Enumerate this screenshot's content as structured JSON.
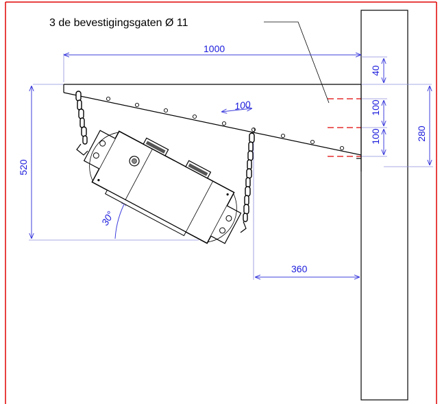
{
  "callout": {
    "text": "3 de bevestigingsgaten Ø 11"
  },
  "dimensions": {
    "width_top": "1000",
    "top_offset": "40",
    "hole_spacing_1": "100",
    "hole_spacing_2": "100",
    "total_height": "280",
    "arm_length": "520",
    "hole_pitch": "100",
    "tilt_angle": "30°",
    "wall_distance": "360"
  },
  "colors": {
    "frame": "#e00000",
    "dimension": "#1a1adc",
    "outline": "#000000"
  }
}
